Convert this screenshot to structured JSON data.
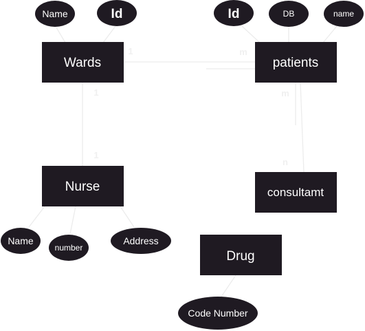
{
  "entities": {
    "wards": "Wards",
    "patients": "patients",
    "nurse": "Nurse",
    "consultant": "consultamt",
    "drug": "Drug"
  },
  "attributes": {
    "wards_name": "Name",
    "wards_id": "Id",
    "patients_id": "Id",
    "patients_db": "DB",
    "patients_name": "name",
    "nurse_name": "Name",
    "nurse_number": "number",
    "nurse_address": "Address",
    "drug_code": "Code Number"
  },
  "cardinalities": {
    "wards_patients_left": "1",
    "wards_patients_right": "m",
    "wards_nurse_top": "1",
    "wards_nurse_bottom": "1",
    "patients_consultant_top": "m",
    "patients_consultant_bottom": "n"
  },
  "colors": {
    "shape_fill": "#1f1a22",
    "text": "#ffffff",
    "connector": "#ececec",
    "background": "#ffffff"
  }
}
